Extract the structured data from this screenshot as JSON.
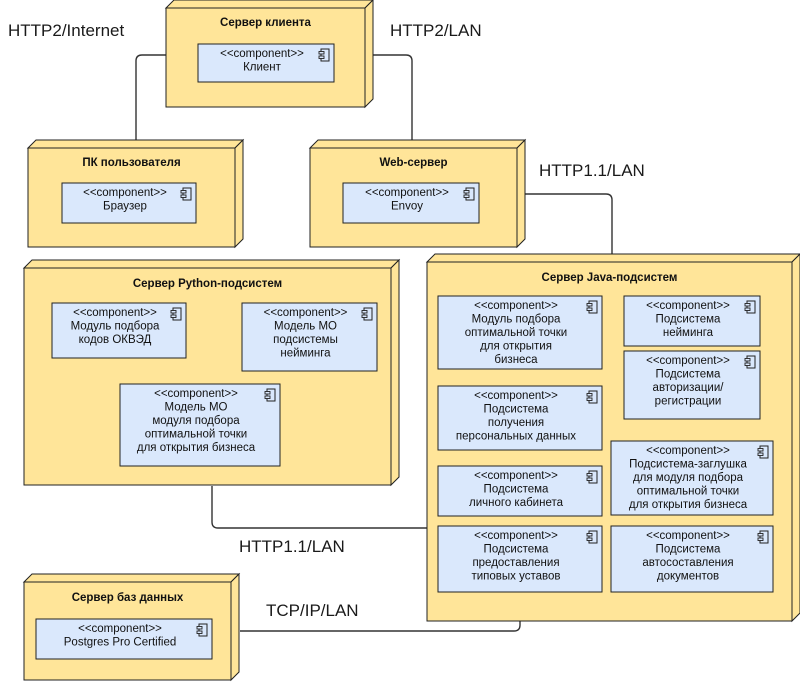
{
  "colors": {
    "node_fill": "#ffe599",
    "node_stroke": "#222222",
    "component_fill": "#dae8fc",
    "component_stroke": "#222222",
    "line": "#333333"
  },
  "icons": {
    "component": "component-icon"
  },
  "connections": {
    "http2_internet": "HTTP2/Internet",
    "http2_lan": "HTTP2/LAN",
    "http11_lan_top": "HTTP1.1/LAN",
    "http11_lan_bottom": "HTTP1.1/LAN",
    "tcpip_lan": "TCP/IP/LAN"
  },
  "nodes": {
    "client_server": {
      "title": "Сервер клиента",
      "components": [
        {
          "lines": [
            "<<component>>",
            "Клиент"
          ]
        }
      ]
    },
    "user_pc": {
      "title": "ПК пользователя",
      "components": [
        {
          "lines": [
            "<<component>>",
            "Браузер"
          ]
        }
      ]
    },
    "web_server": {
      "title": "Web-сервер",
      "components": [
        {
          "lines": [
            "<<component>>",
            "Envoy"
          ]
        }
      ]
    },
    "python_server": {
      "title": "Сервер Python-подсистем",
      "components": [
        {
          "lines": [
            "<<component>>",
            "Модуль подбора",
            "кодов ОКВЭД"
          ]
        },
        {
          "lines": [
            "<<component>>",
            "Модель МО",
            "подсистемы",
            "нейминга"
          ]
        },
        {
          "lines": [
            "<<component>>",
            "Модель МО",
            "модуля подбора",
            "оптимальной точки",
            "для открытия бизнеса"
          ]
        }
      ]
    },
    "java_server": {
      "title": "Сервер Java-подсистем",
      "components": [
        {
          "lines": [
            "<<component>>",
            "Модуль подбора",
            "оптимальной точки",
            "для открытия",
            "бизнеса"
          ]
        },
        {
          "lines": [
            "<<component>>",
            "Подсистема",
            "нейминга"
          ]
        },
        {
          "lines": [
            "<<component>>",
            "Подсистема",
            "авторизации/",
            "регистрации"
          ]
        },
        {
          "lines": [
            "<<component>>",
            "Подсистема",
            "получения",
            "персональных данных"
          ]
        },
        {
          "lines": [
            "<<component>>",
            "Подсистема-заглушка",
            "для модуля подбора",
            "оптимальной точки",
            "для открытия бизнеса"
          ]
        },
        {
          "lines": [
            "<<component>>",
            "Подсистема",
            "личного кабинета"
          ]
        },
        {
          "lines": [
            "<<component>>",
            "Подсистема",
            "предоставления",
            "типовых уставов"
          ]
        },
        {
          "lines": [
            "<<component>>",
            "Подсистема",
            "автосоставления",
            "документов"
          ]
        }
      ]
    },
    "db_server": {
      "title": "Сервер баз данных",
      "components": [
        {
          "lines": [
            "<<component>>",
            "Postgres Pro Certified"
          ]
        }
      ]
    }
  }
}
